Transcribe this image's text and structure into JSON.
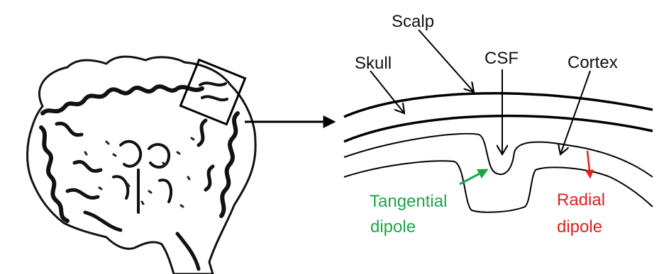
{
  "labels": {
    "scalp": "Scalp",
    "skull": "Skull",
    "csf": "CSF",
    "cortex": "Cortex",
    "tangential_line1": "Tangential",
    "tangential_line2": "dipole",
    "radial_line1": "Radial",
    "radial_line2": "dipole"
  },
  "colors": {
    "tangential": "#1fa64a",
    "radial": "#e0201f",
    "line": "#000000",
    "text": "#111111"
  }
}
